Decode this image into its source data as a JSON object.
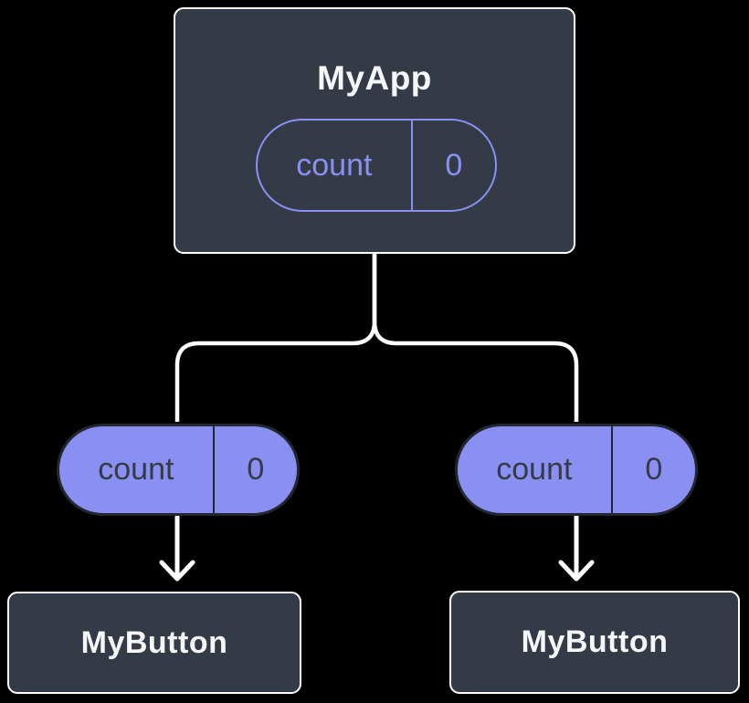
{
  "diagram": {
    "root": {
      "title": "MyApp",
      "state": {
        "name": "count",
        "value": "0"
      }
    },
    "children": [
      {
        "title": "MyButton",
        "prop": {
          "name": "count",
          "value": "0"
        }
      },
      {
        "title": "MyButton",
        "prop": {
          "name": "count",
          "value": "0"
        }
      }
    ],
    "colors": {
      "background": "#000000",
      "node_fill": "#343A46",
      "node_border": "#FFFFFF",
      "node_text": "#F6F7F9",
      "accent_purple": "#8A90F2",
      "pill_dark_border": "#23272F",
      "pill_dark_text": "#343A46",
      "connector": "#FFFFFF"
    }
  }
}
